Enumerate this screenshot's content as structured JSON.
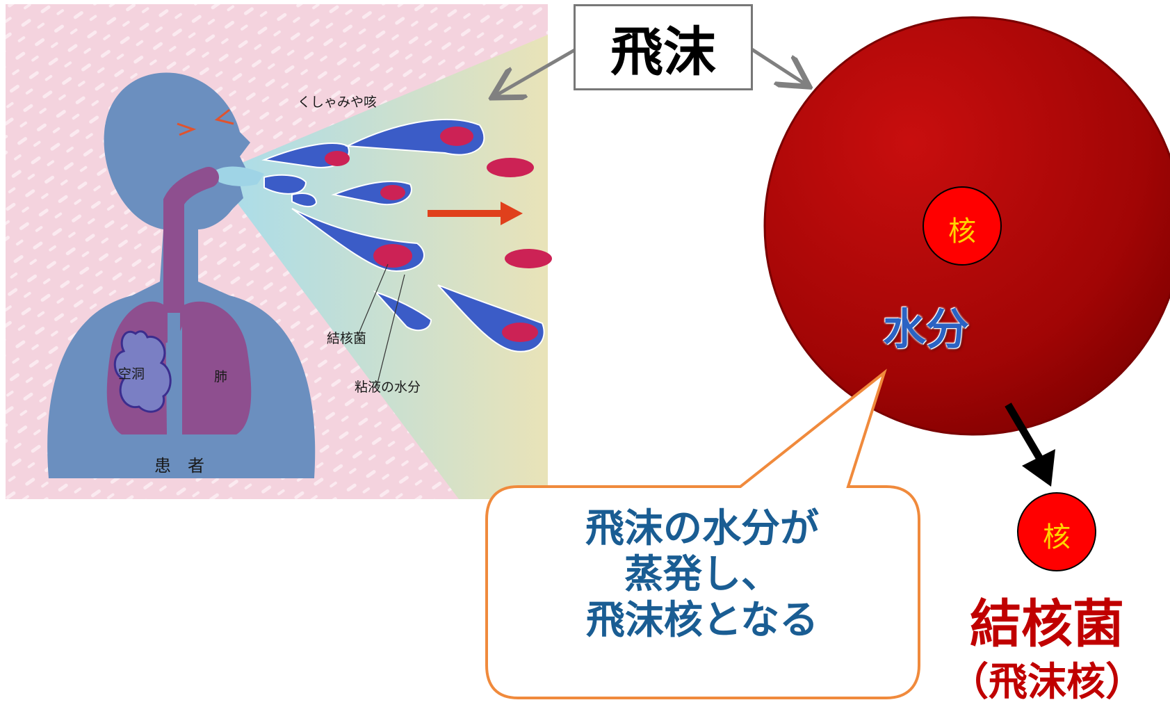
{
  "title": "飛沫",
  "illustration": {
    "label_sneeze": "くしゃみや咳",
    "label_bacteria": "結核菌",
    "label_mucus": "粘液の水分",
    "label_cavity": "空洞",
    "label_lung": "肺",
    "label_patient": "患　者"
  },
  "droplet": {
    "water_label": "水分",
    "nucleus_label": "核"
  },
  "callout": {
    "lines": [
      "飛沫の水分が",
      "蒸発し、",
      "飛沫核となる"
    ],
    "border_color": "#f08a3c",
    "text_color": "#1a5d93"
  },
  "result": {
    "nucleus_label": "核",
    "title": "結核菌",
    "subtitle": "（飛沫核）",
    "text_color": "#c00000"
  },
  "colors": {
    "droplet_red": "#a90000",
    "nucleus_red": "#ff0000",
    "nucleus_text": "#ffd400",
    "background_pink": "#f4d3de",
    "body_blue": "#6b8fbf",
    "airway_purple": "#8e4f8f"
  }
}
